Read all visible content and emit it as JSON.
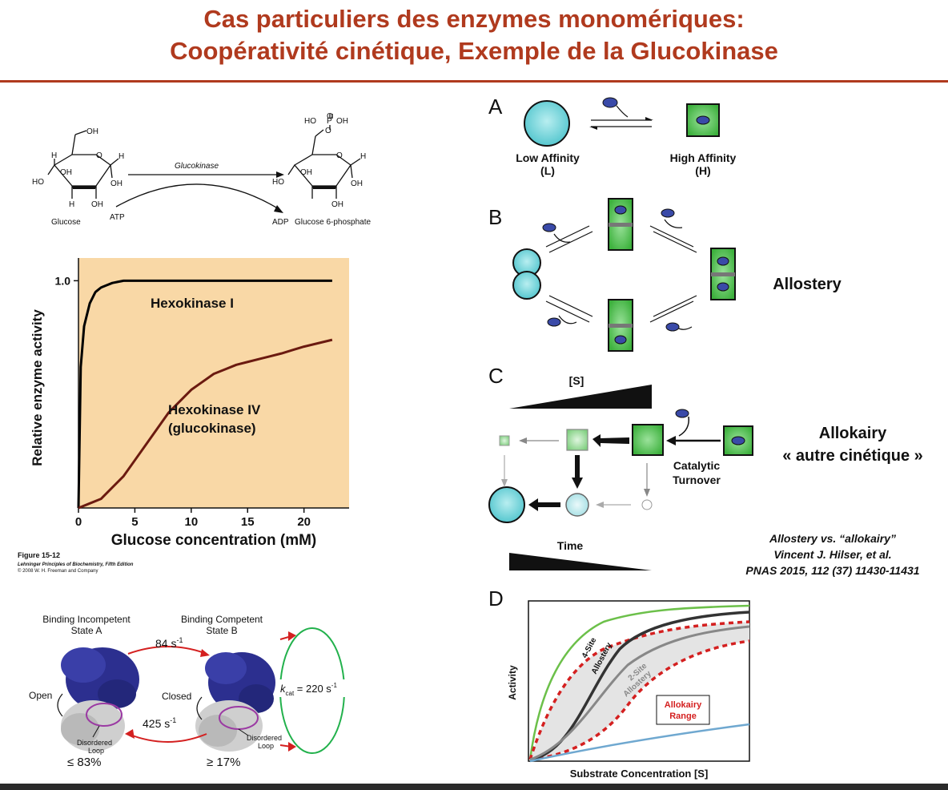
{
  "title": {
    "line1": "Cas particuliers des enzymes monomériques:",
    "line2": "Coopérativité cinétique, Exemple de la Glucokinase"
  },
  "reaction": {
    "enzyme": "Glucokinase",
    "substrate": "Glucose",
    "cofactor_in": "ATP",
    "cofactor_out": "ADP",
    "product": "Glucose 6-phosphate",
    "atoms": {
      "oh": "OH",
      "h": "H",
      "o": "O",
      "ho": "HO",
      "p": "P"
    }
  },
  "hexokinase_chart": {
    "figure_label": "Figure 15-12",
    "book_line": "Lehninger Principles of Biochemistry, Fifth Edition",
    "copyright": "© 2008 W. H. Freeman and Company"
  },
  "chart_data": {
    "type": "line",
    "title": "",
    "xlabel": "Glucose concentration (mM)",
    "ylabel": "Relative enzyme activity",
    "xlim": [
      0,
      24
    ],
    "ylim": [
      0,
      1.1
    ],
    "x_ticks": [
      "0",
      "5",
      "10",
      "15",
      "20"
    ],
    "y_ticks": [
      "1.0"
    ],
    "background": "#f9d8a6",
    "series": [
      {
        "name": "Hexokinase I",
        "color": "#000000",
        "x": [
          0,
          0.2,
          0.5,
          1,
          1.5,
          2,
          3,
          4,
          6,
          10,
          15,
          20,
          22.5
        ],
        "y": [
          0,
          0.62,
          0.8,
          0.9,
          0.95,
          0.97,
          0.99,
          1.0,
          1.0,
          1.0,
          1.0,
          1.0,
          1.0
        ]
      },
      {
        "name": "Hexokinase IV (glucokinase)",
        "label_line1": "Hexokinase IV",
        "label_line2": "(glucokinase)",
        "color": "#6b1a10",
        "x": [
          0,
          2,
          4,
          6,
          8,
          10,
          12,
          14,
          16,
          18,
          20,
          22.5
        ],
        "y": [
          0,
          0.04,
          0.14,
          0.28,
          0.42,
          0.52,
          0.59,
          0.63,
          0.655,
          0.68,
          0.71,
          0.74
        ]
      }
    ]
  },
  "states": {
    "state_a_line1": "Binding Incompetent",
    "state_a_line2": "State A",
    "state_b_line1": "Binding Competent",
    "state_b_line2": "State B",
    "rate_forward": "84 s",
    "rate_back": "425 s",
    "rate_exp": "-1",
    "kcat_k": "k",
    "kcat_sub": "cat",
    "kcat_value": " = 220 s",
    "open": "Open",
    "closed": "Closed",
    "loop_a_line1": "Disordered",
    "loop_a_line2": "Loop",
    "loop_b_line1": "Disordered",
    "loop_b_line2": "Loop",
    "pct_a": "≤ 83%",
    "pct_b": "≥ 17%"
  },
  "panels": {
    "a_letter": "A",
    "a_low_line1": "Low Affinity",
    "a_low_line2": "(L)",
    "a_high_line1": "High Affinity",
    "a_high_line2": "(H)",
    "b_letter": "B",
    "c_letter": "C",
    "c_substrate": "[S]",
    "c_time": "Time",
    "c_catalytic_line1": "Catalytic",
    "c_catalytic_line2": "Turnover",
    "d_letter": "D",
    "d_ylabel": "Activity",
    "d_xlabel": "Substrate Concentration [S]",
    "d_four_line1": "4-Site",
    "d_four_line2": "Allostery",
    "d_two_line1": "2-Site",
    "d_two_line2": "Allostery",
    "d_range_line1": "Allokairy",
    "d_range_line2": "Range"
  },
  "side": {
    "allostery": "Allostery",
    "allokairy": "Allokairy",
    "allokairy_sub": "« autre cinétique »"
  },
  "citation": {
    "line1": "Allostery vs. “allokairy”",
    "line2": "Vincent J. Hilser, et al.",
    "line3": "PNAS  2015, 112 (37) 11430-11431"
  },
  "colors": {
    "title": "#b03a1e",
    "cyan": "#7fd6dc",
    "green": "#5cc35c",
    "ligand": "#3a4aa8",
    "red": "#d42020",
    "green_arc": "#22b14c"
  }
}
